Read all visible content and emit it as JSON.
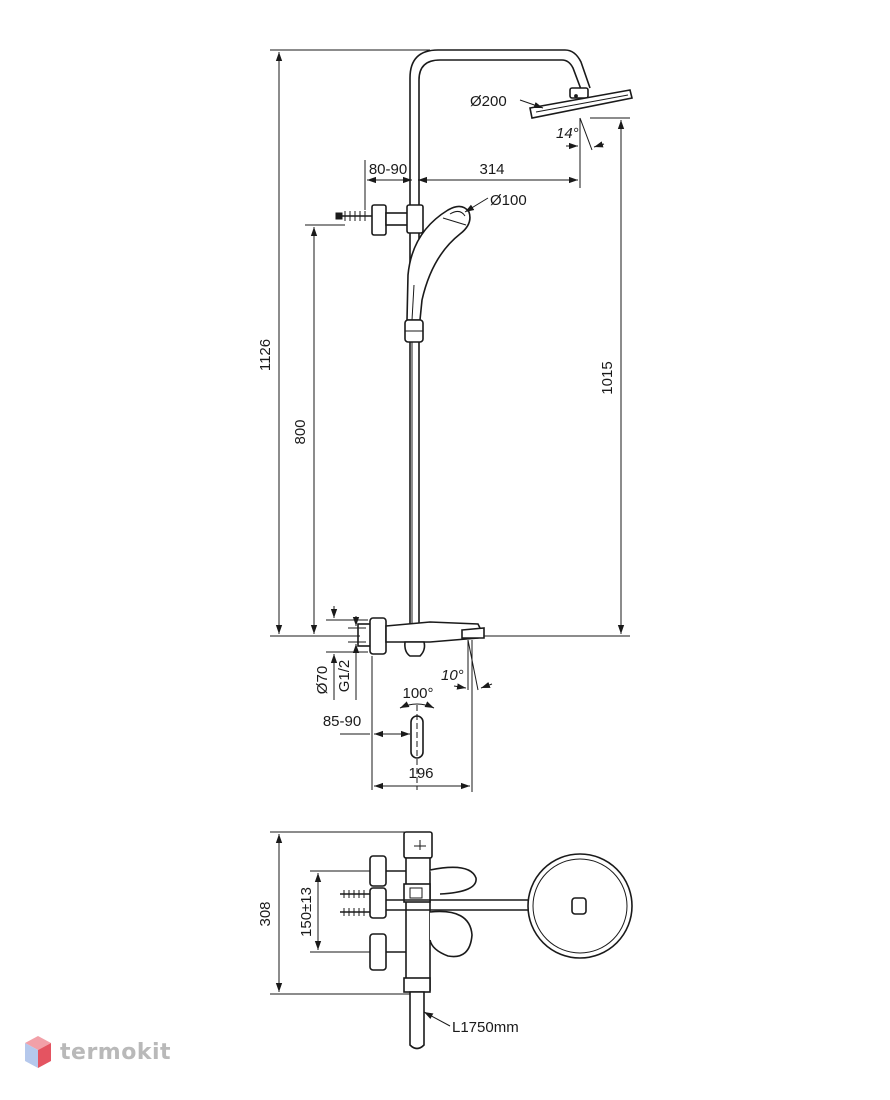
{
  "dimensions": {
    "total_height": "1126",
    "head_height": "1015",
    "holder_height": "800",
    "arm_length": "314",
    "wall_offset": "80-90",
    "head_diameter": "Ø200",
    "hand_diameter": "Ø100",
    "head_angle": "14°",
    "spout_angle": "10°",
    "lever_angle": "100°",
    "flange_diameter": "Ø70",
    "thread": "G1/2",
    "mixer_offset": "85-90",
    "mixer_length": "196",
    "top_depth": "308",
    "inlet_spacing": "150±13",
    "hose_length": "L1750mm"
  },
  "branding": {
    "logo_text": "termokit",
    "logo_colors": [
      "#f2a0a8",
      "#b5c8ec",
      "#e45461"
    ]
  }
}
